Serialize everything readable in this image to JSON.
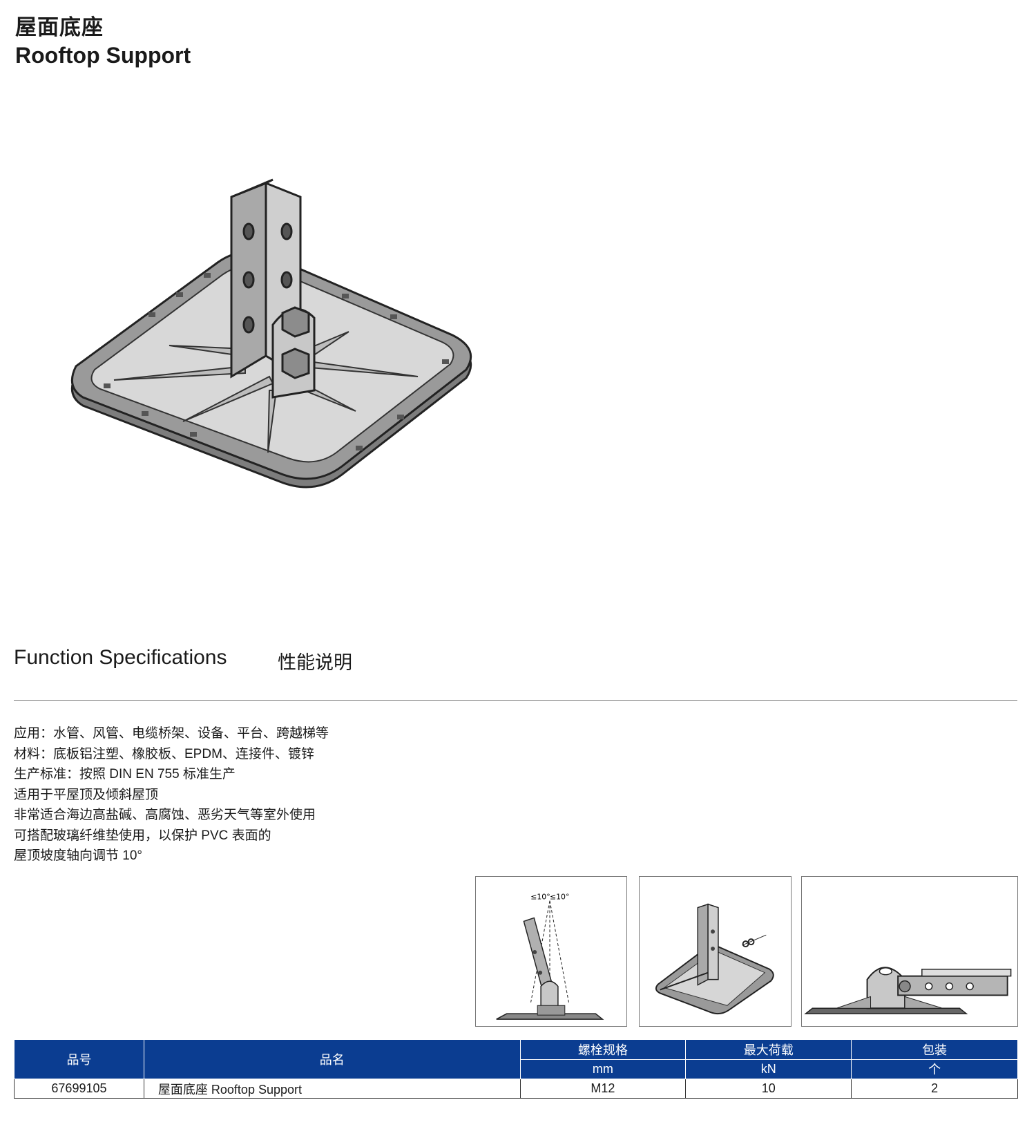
{
  "header": {
    "title_cn": "屋面底座",
    "title_en": "Rooftop Support"
  },
  "section": {
    "title_en": "Function Specifications",
    "title_cn": "性能说明"
  },
  "specs": [
    "应用：水管、风管、电缆桥架、设备、平台、跨越梯等",
    "材料：底板铝注塑、橡胶板、EPDM、连接件、镀锌",
    "生产标准：按照 DIN EN 755 标准生产",
    "适用于平屋顶及倾斜屋顶",
    "非常适合海边高盐碱、高腐蚀、恶劣天气等室外使用",
    "可搭配玻璃纤维垫使用，以保护 PVC 表面的",
    "屋顶坡度轴向调节 10°"
  ],
  "diagram": {
    "angle_left": "≤10°",
    "angle_right": "≤10°"
  },
  "table": {
    "headers": {
      "code": "品号",
      "name": "品名",
      "bolt": "螺栓规格",
      "bolt_unit": "mm",
      "load": "最大荷载",
      "load_unit": "kN",
      "pack": "包装",
      "pack_unit": "个"
    },
    "rows": [
      {
        "code": "67699105",
        "name": "屋面底座 Rooftop Support",
        "bolt": "M12",
        "load": "10",
        "pack": "2"
      }
    ]
  },
  "colors": {
    "table_header_bg": "#0b3d91",
    "table_header_text": "#ffffff"
  }
}
